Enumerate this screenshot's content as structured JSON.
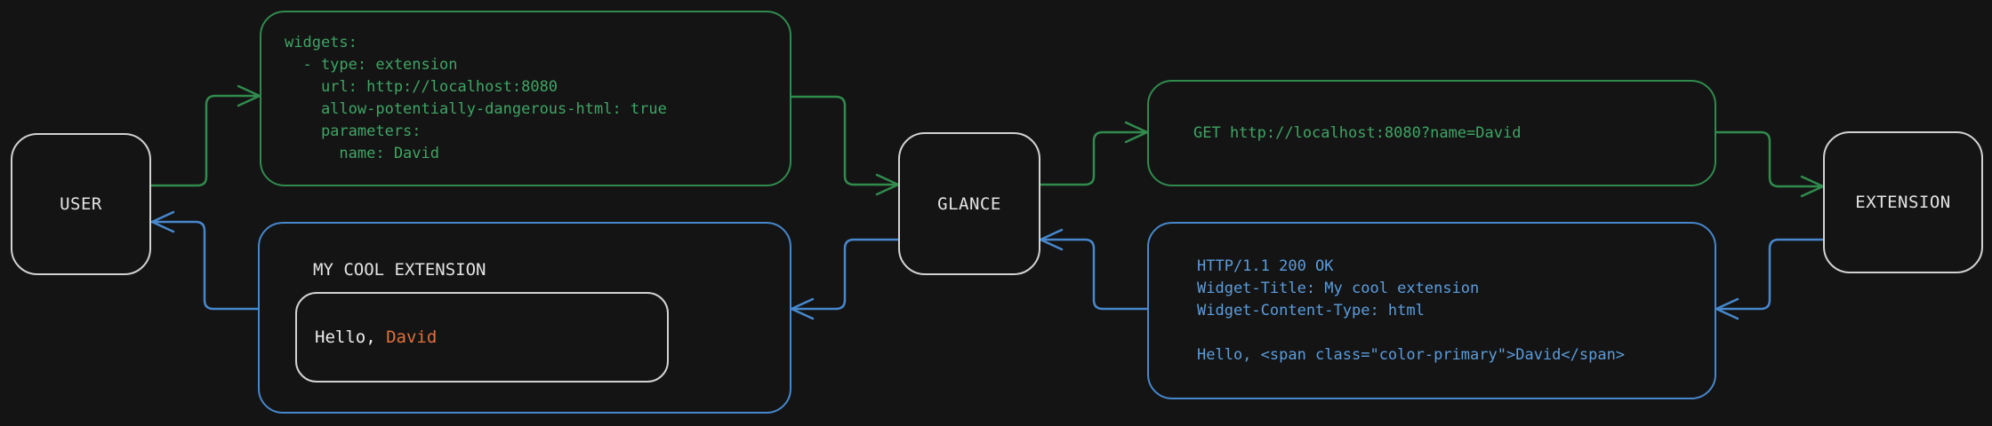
{
  "diagram": {
    "colors": {
      "background": "#141414",
      "request_line": "#308b4d",
      "request_text": "#3fa564",
      "response_line": "#4788cd",
      "response_text": "#5b9dde",
      "neutral_border": "#d2d2d2",
      "label_text": "#e4e4e4",
      "white_text": "#ececec",
      "accent_orange": "#e0713a"
    },
    "nodes": {
      "user": {
        "label": "USER"
      },
      "glance": {
        "label": "GLANCE"
      },
      "extension": {
        "label": "EXTENSION"
      }
    },
    "config_box": {
      "code": "widgets:\n  - type: extension\n    url: http://localhost:8080\n    allow-potentially-dangerous-html: true\n    parameters:\n      name: David"
    },
    "request_box": {
      "code": "GET http://localhost:8080?name=David"
    },
    "response_box": {
      "code": "HTTP/1.1 200 OK\nWidget-Title: My cool extension\nWidget-Content-Type: html\n\nHello, <span class=\"color-primary\">David</span>"
    },
    "preview_box": {
      "title": "MY COOL EXTENSION",
      "greeting_prefix": "Hello, ",
      "greeting_name": "David"
    },
    "edges": [
      {
        "name": "user-to-config",
        "from": "USER",
        "to": "config-snippet",
        "phase": "request"
      },
      {
        "name": "config-to-glance",
        "from": "config-snippet",
        "to": "GLANCE",
        "phase": "request"
      },
      {
        "name": "glance-to-request",
        "from": "GLANCE",
        "to": "http-request",
        "phase": "request"
      },
      {
        "name": "request-to-extension",
        "from": "http-request",
        "to": "EXTENSION",
        "phase": "request"
      },
      {
        "name": "extension-to-response",
        "from": "EXTENSION",
        "to": "http-response",
        "phase": "response"
      },
      {
        "name": "response-to-glance",
        "from": "http-response",
        "to": "GLANCE",
        "phase": "response"
      },
      {
        "name": "glance-to-preview",
        "from": "GLANCE",
        "to": "widget-preview",
        "phase": "response"
      },
      {
        "name": "preview-to-user",
        "from": "widget-preview",
        "to": "USER",
        "phase": "response"
      }
    ]
  }
}
